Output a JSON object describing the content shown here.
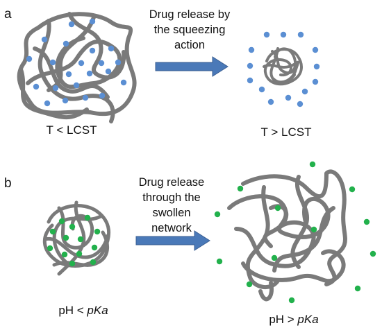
{
  "colors": {
    "polymer": "#7a7a7a",
    "drug_blue": "#5b8fd3",
    "drug_green": "#22b14c",
    "arrow": "#4a79b8"
  },
  "panels": [
    {
      "label": "a",
      "arrow_text": [
        "Drug release by",
        "the squeezing",
        "action"
      ],
      "left_caption": "T < LCST",
      "right_caption": "T > LCST"
    },
    {
      "label": "b",
      "arrow_text": [
        "Drug release",
        "through the",
        "swollen",
        "network"
      ],
      "left_caption_prefix": "pH < ",
      "left_caption_italic": "pKa",
      "right_caption_prefix": "pH > ",
      "right_caption_italic": "pKa"
    }
  ]
}
